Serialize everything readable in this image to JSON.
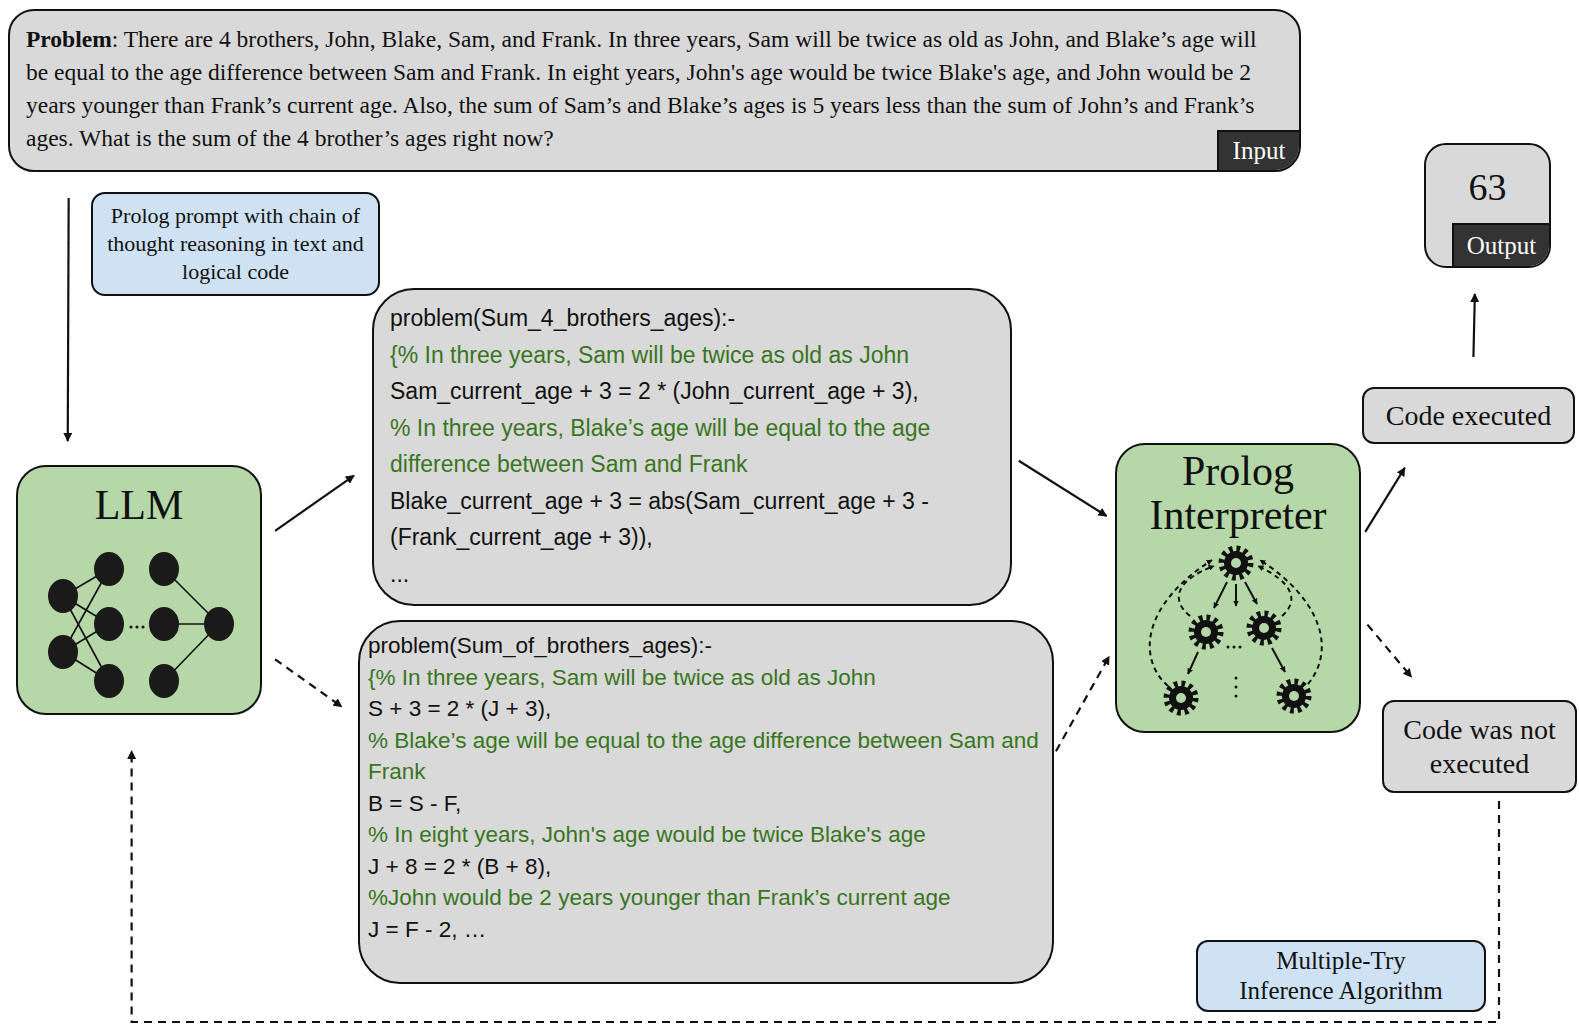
{
  "diagram": {
    "nodes": [
      {
        "text": [
          "Problem",
          ": There are 4 brothers, John, Blake, Sam, and Frank. In three years, Sam will be twice as old as John, and Blake’s age will be equal to the age difference between Sam and Frank. In eight years, John's age would be twice Blake's age, and John would be 2 years younger than Frank’s current age. Also, the sum of Sam’s and Blake’s ages is 5 years less than the sum of John’s and Frank’s ages. What is the sum of the 4 brother’s ages right now?"
        ]
      },
      {
        "text": [
          "Input"
        ],
        "in": 0
      },
      {
        "text": [
          "Prolog prompt with chain of thought reasoning in text and logical code"
        ]
      },
      {
        "text": [
          "LLM"
        ]
      },
      {
        "text": [
          "problem(Sum_4_brothers_ages):-",
          "{% In three years, Sam will be twice as old as John",
          "Sam_current_age + 3 = 2 * (John_current_age + 3),",
          "% In three years, Blake’s age will be equal to the age difference between Sam and Frank",
          "Blake_current_age + 3 = abs(Sam_current_age + 3 - (Frank_current_age + 3)),",
          "..."
        ]
      },
      {
        "text": [
          "problem(Sum_of_brothers_ages):-",
          "{% In three years, Sam will be twice as old as John",
          "S + 3 = 2 * (J + 3),",
          "% Blake’s age will be equal to the age difference between Sam and Frank",
          "B = S - F,",
          "% In eight years, John's age would be twice Blake's age",
          "J + 8 = 2 * (B + 8),",
          "%John would be 2 years younger than Frank’s current age",
          "J = F - 2, …"
        ]
      },
      {
        "text": [
          "Prolog Interpreter"
        ]
      },
      {
        "text": [
          "Code executed"
        ]
      },
      {
        "text": [
          "63"
        ]
      },
      {
        "text": [
          "Output"
        ],
        "in": 8
      },
      {
        "text": [
          "Code was not executed"
        ]
      },
      {
        "text": [
          "Multiple-Try Inference Algorithm"
        ]
      }
    ],
    "edges": [
      {
        "from": 0,
        "to": 3,
        "arrow": "to"
      },
      {
        "from": 3,
        "to": 4,
        "arrow": "to"
      },
      {
        "from": 3,
        "to": 5,
        "arrow": "to"
      },
      {
        "from": 4,
        "to": 6,
        "arrow": "to"
      },
      {
        "from": 5,
        "to": 6,
        "arrow": "to"
      },
      {
        "from": 6,
        "to": 7,
        "arrow": "to"
      },
      {
        "from": 7,
        "to": 8,
        "arrow": "to"
      },
      {
        "from": 6,
        "to": 10,
        "arrow": "to"
      },
      {
        "from": 10,
        "to": 3,
        "arrow": "to"
      }
    ]
  }
}
